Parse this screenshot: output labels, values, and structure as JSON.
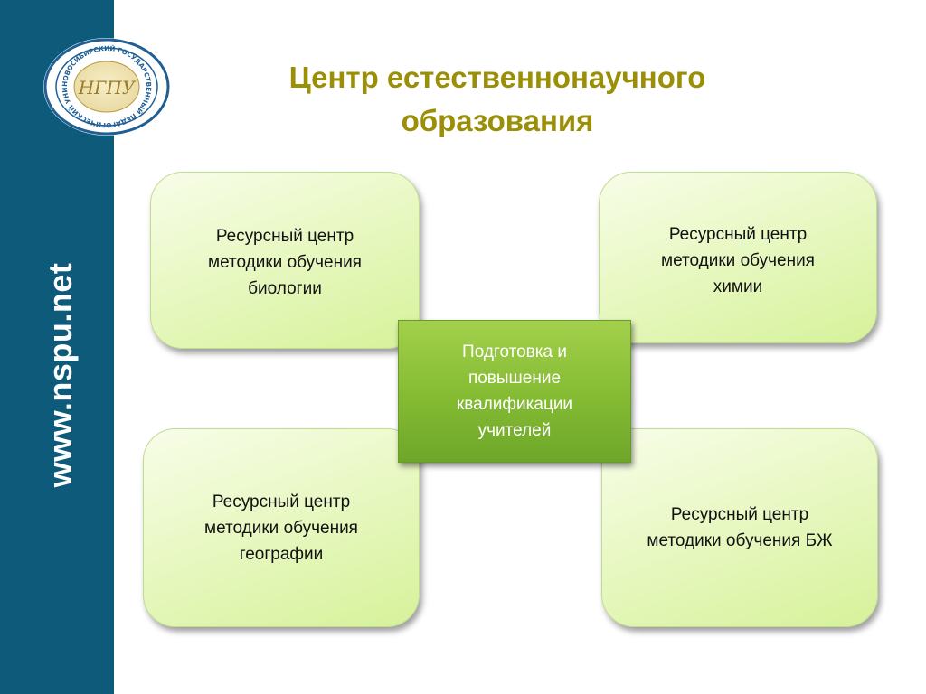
{
  "sidebar": {
    "url": "www.nspu.net",
    "color": "#0e5a7b"
  },
  "logo": {
    "ring_text": "НОВОСИБИРСКИЙ ГОСУДАРСТВЕННЫЙ ПЕДАГОГИЧЕСКИЙ УНИВЕРСИТЕТ",
    "monogram": "НГПУ"
  },
  "title": {
    "line1": "Центр естественнонаучного",
    "line2": "образования",
    "color": "#9a8f06"
  },
  "center_node": {
    "lines": [
      "Подготовка и",
      "повышение",
      "квалификации",
      "учителей"
    ],
    "color": "#84bb33"
  },
  "nodes": {
    "biology": {
      "lines": [
        "Ресурсный центр",
        "методики обучения",
        "биологии"
      ]
    },
    "chemistry": {
      "lines": [
        "Ресурсный центр",
        "методики обучения",
        "химии"
      ]
    },
    "geography": {
      "lines": [
        "Ресурсный центр",
        "методики обучения",
        "географии"
      ]
    },
    "safety": {
      "lines": [
        "Ресурсный центр",
        "методики обучения БЖ"
      ]
    }
  }
}
